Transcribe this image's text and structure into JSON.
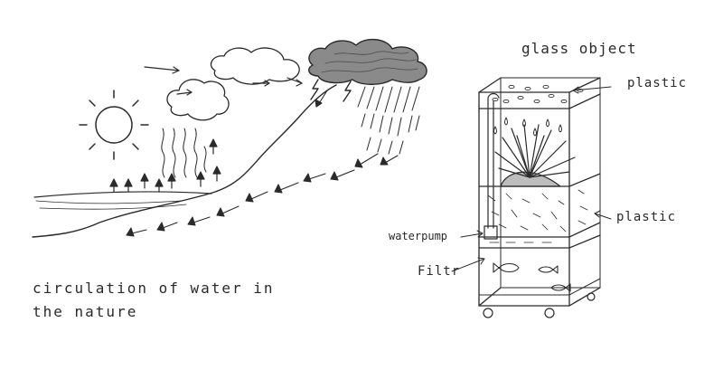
{
  "colors": {
    "ink": "#2a2a2a",
    "paper": "#ffffff",
    "shade": "#8a8a8a"
  },
  "water_cycle": {
    "caption_line1": "circulation of water in",
    "caption_line2": "the nature"
  },
  "aquarium": {
    "title": "glass object",
    "label_top_plastic": "plastic",
    "label_mid_plastic": "plastic",
    "label_pump": "waterpump",
    "label_filter": "Filtr"
  }
}
